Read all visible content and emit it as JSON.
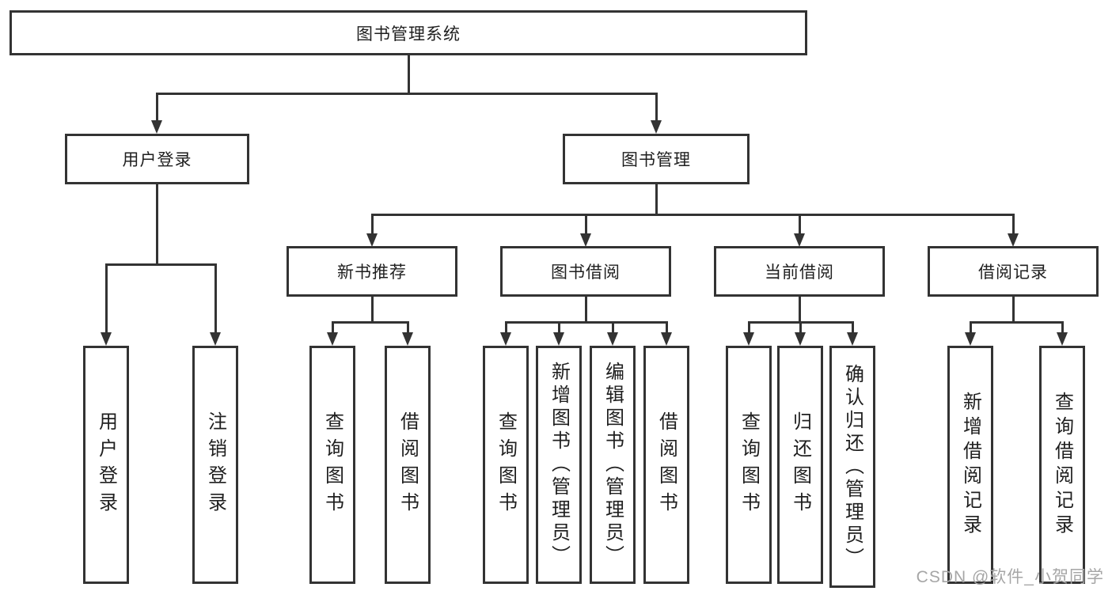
{
  "diagram_title": "图书管理系统",
  "watermark": "CSDN @软件_小贺同学",
  "colors": {
    "line": "#333333",
    "text": "#1f1f1f",
    "watermark": "#a6a6a6",
    "background": "#ffffff"
  },
  "nodes": {
    "root": {
      "label": "图书管理系统"
    },
    "user_login": {
      "label": "用户登录"
    },
    "book_mgmt": {
      "label": "图书管理"
    },
    "new_books": {
      "label": "新书推荐"
    },
    "book_borrow": {
      "label": "图书借阅"
    },
    "current_borrow": {
      "label": "当前借阅"
    },
    "borrow_records": {
      "label": "借阅记录"
    },
    "leaf_user_login": {
      "label": "用户登录"
    },
    "leaf_logout": {
      "label": "注销登录"
    },
    "leaf_query_books_1": {
      "label": "查询图书"
    },
    "leaf_borrow_books_1": {
      "label": "借阅图书"
    },
    "leaf_query_books_2": {
      "label": "查询图书"
    },
    "leaf_add_book": {
      "label": "新增图书（管理员）"
    },
    "leaf_edit_book": {
      "label": "编辑图书（管理员）"
    },
    "leaf_borrow_books_2": {
      "label": "借阅图书"
    },
    "leaf_query_books_3": {
      "label": "查询图书"
    },
    "leaf_return_book": {
      "label": "归还图书"
    },
    "leaf_confirm_return": {
      "label": "确认归还（管理员）"
    },
    "leaf_add_record": {
      "label": "新增借阅记录"
    },
    "leaf_query_record": {
      "label": "查询借阅记录"
    }
  },
  "hierarchy": {
    "图书管理系统": {
      "用户登录": [
        "用户登录",
        "注销登录"
      ],
      "图书管理": {
        "新书推荐": [
          "查询图书",
          "借阅图书"
        ],
        "图书借阅": [
          "查询图书",
          "新增图书（管理员）",
          "编辑图书（管理员）",
          "借阅图书"
        ],
        "当前借阅": [
          "查询图书",
          "归还图书",
          "确认归还（管理员）"
        ],
        "借阅记录": [
          "新增借阅记录",
          "查询借阅记录"
        ]
      }
    }
  }
}
